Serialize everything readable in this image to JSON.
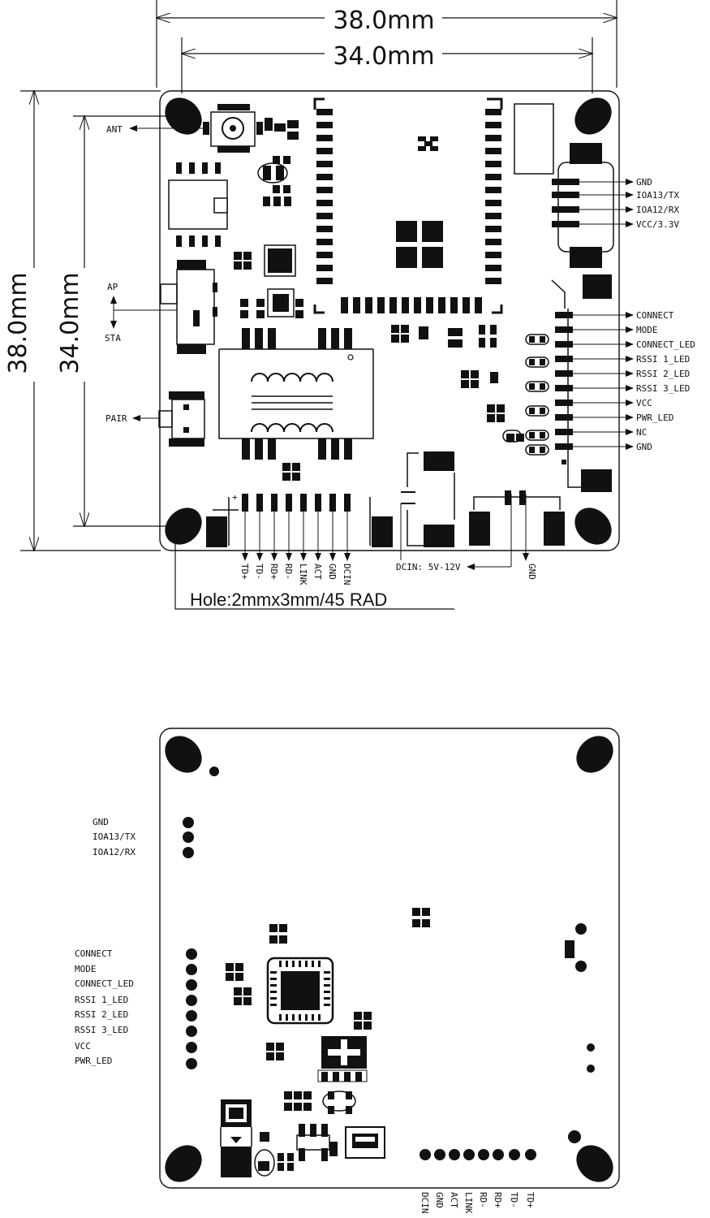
{
  "top_view": {
    "dim_outer_width": "38.0mm",
    "dim_inner_width": "34.0mm",
    "dim_outer_height": "38.0mm",
    "dim_inner_height": "34.0mm",
    "ant": "ANT",
    "ap": "AP",
    "sta": "STA",
    "pair": "PAIR",
    "right_top_pins": [
      "GND",
      "IOA13/TX",
      "IOA12/RX",
      "VCC/3.3V"
    ],
    "right_pins": [
      "CONNECT",
      "MODE",
      "CONNECT_LED",
      "RSSI 1_LED",
      "RSSI 2_LED",
      "RSSI 3_LED",
      "VCC",
      "PWR_LED",
      "NC",
      "GND"
    ],
    "bottom_pins": [
      "TD+",
      "TD-",
      "RD+",
      "RD-",
      "LINK",
      "ACT",
      "GND",
      "DCIN"
    ],
    "dcin": "DCIN: 5V-12V",
    "gnd": "GND",
    "hole": "Hole:2mmx3mm/45 RAD"
  },
  "bottom_view": {
    "top_left_pins": [
      "GND",
      "IOA13/TX",
      "IOA12/RX"
    ],
    "left_pins": [
      "CONNECT",
      "MODE",
      "CONNECT_LED",
      "RSSI 1_LED",
      "RSSI 2_LED",
      "RSSI 3_LED",
      "VCC",
      "PWR_LED"
    ],
    "bottom_pins": [
      "DCIN",
      "GND",
      "ACT",
      "LINK",
      "RD-",
      "RD+",
      "TD-",
      "TD+"
    ]
  }
}
